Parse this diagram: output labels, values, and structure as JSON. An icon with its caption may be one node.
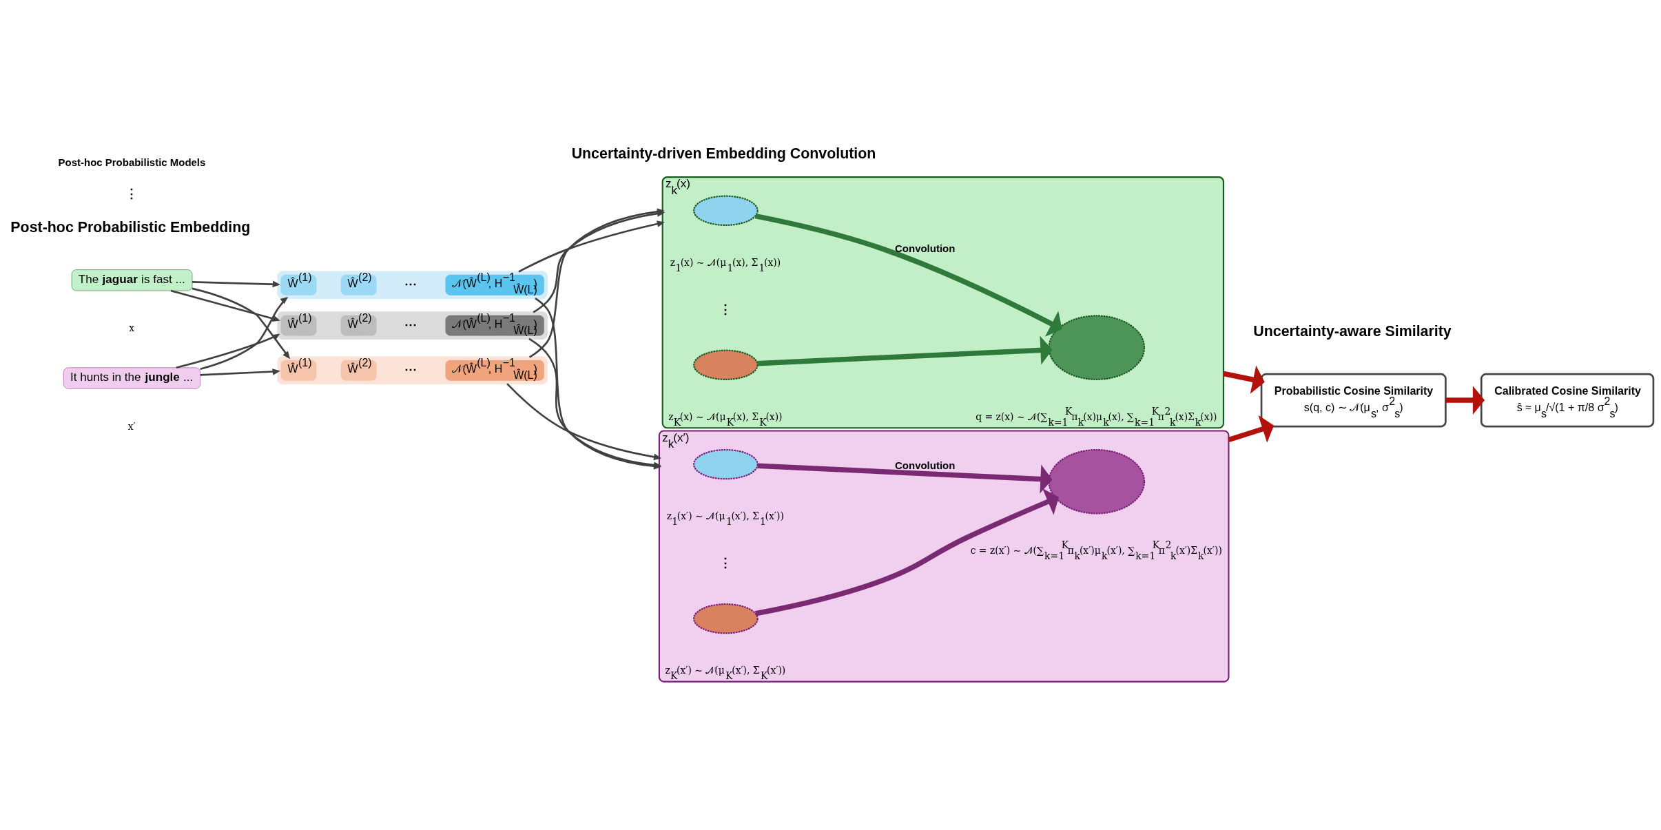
{
  "diagram": {
    "nodes": [
      {
        "text": [
          "The **jaguar** is fast ..."
        ],
        "beside": [
          "x"
        ]
      },
      {
        "text": [
          "It hunts in the **jungle** ..."
        ],
        "beside": [
          "x′"
        ]
      },
      {
        "text": [],
        "shape": "box"
      },
      {
        "text": [
          "Ŵ$^{(1)}$"
        ],
        "in": 2
      },
      {
        "text": [
          "Ŵ$^{(2)}$"
        ],
        "in": 2
      },
      {
        "text": [
          "𝒩(Ŵ$^{(L)}$, H$^{−1}$$_{Ŵ(L)}$)"
        ],
        "in": 2
      },
      {
        "text": [],
        "shape": "box"
      },
      {
        "text": [
          "Ŵ$^{(1)}$"
        ],
        "in": 6
      },
      {
        "text": [
          "Ŵ$^{(2)}$"
        ],
        "in": 6
      },
      {
        "text": [
          "𝒩(Ŵ$^{(L)}$, H$^{−1}$$_{Ŵ(L)}$)"
        ],
        "in": 6
      },
      {
        "text": [],
        "shape": "box"
      },
      {
        "text": [
          "Ŵ$^{(1)}$"
        ],
        "in": 10
      },
      {
        "text": [
          "Ŵ$^{(2)}$"
        ],
        "in": 10
      },
      {
        "text": [
          "𝒩(Ŵ$^{(L)}$, H$^{−1}$$_{Ŵ(L)}$)"
        ],
        "in": 10
      },
      {
        "text": [
          "z$_{k}$(x)"
        ]
      },
      {
        "text": [],
        "shape": "ellipse",
        "beside": [
          "z$_{1}$(x) ∼ 𝒩(μ$_{1}$(x), Σ$_{1}$(x))"
        ],
        "in": 14
      },
      {
        "text": [],
        "shape": "ellipse",
        "beside": [
          "z$_{K}$(x) ∼ 𝒩(μ$_{K}$(x), Σ$_{K}$(x))"
        ],
        "in": 14
      },
      {
        "text": [],
        "shape": "ellipse",
        "beside": [
          "q = z(x) ∼ 𝒩(∑$_{k=1}$$^{K}$π$_{k}$(x)μ$_{k}$(x), ∑$_{k=1}$$^{K}$π$^{2}$$_{k}$(x)Σ$_{k}$(x))"
        ],
        "in": 14
      },
      {
        "text": [
          "z$_{k}$(x′)"
        ]
      },
      {
        "text": [],
        "shape": "ellipse",
        "beside": [
          "z$_{1}$(x′) ∼ 𝒩(μ$_{1}$(x′), Σ$_{1}$(x′))"
        ],
        "in": 18
      },
      {
        "text": [],
        "shape": "ellipse",
        "beside": [
          "z$_{K}$(x′) ∼ 𝒩(μ$_{K}$(x′), Σ$_{K}$(x′))"
        ],
        "in": 18
      },
      {
        "text": [],
        "shape": "ellipse",
        "beside": [
          "c = z(x′) ∼ 𝒩(∑$_{k=1}$$^{K}$π$_{k}$(x′)μ$_{k}$(x′), ∑$_{k=1}$$^{K}$π$^{2}$$_{k}$(x′)Σ$_{k}$(x′))"
        ],
        "in": 18
      },
      {
        "text": [
          "Probabilistic Cosine Similarity",
          "s(q, c) ∼ 𝒩(μ$_{s}$, σ$^{2}$$_{s}$)"
        ]
      },
      {
        "text": [
          "Calibrated Cosine Similarity",
          "ŝ ≈ μ$_{s}$/√(1 + π/8 σ$^{2}$$_{s}$)"
        ]
      }
    ],
    "edges": [
      {
        "from": 0,
        "to": 2,
        "arrow": "to"
      },
      {
        "from": 0,
        "to": 6,
        "arrow": "to"
      },
      {
        "from": 0,
        "to": 10,
        "arrow": "to"
      },
      {
        "from": 1,
        "to": 2,
        "arrow": "to"
      },
      {
        "from": 1,
        "to": 6,
        "arrow": "to"
      },
      {
        "from": 1,
        "to": 10,
        "arrow": "to"
      },
      {
        "from": 2,
        "to": 14,
        "arrow": "to"
      },
      {
        "from": 6,
        "to": 14,
        "arrow": "to"
      },
      {
        "from": 10,
        "to": 14,
        "arrow": "to"
      },
      {
        "from": 2,
        "to": 18,
        "arrow": "to"
      },
      {
        "from": 6,
        "to": 18,
        "arrow": "to"
      },
      {
        "from": 10,
        "to": 18,
        "arrow": "to"
      },
      {
        "from": 15,
        "to": 17,
        "arrow": "to",
        "label": "Convolution",
        "style": "thick",
        "color": "#2f7a3a"
      },
      {
        "from": 16,
        "to": 17,
        "arrow": "to",
        "style": "thick",
        "color": "#2f7a3a"
      },
      {
        "from": 19,
        "to": 21,
        "arrow": "to",
        "label": "Convolution",
        "style": "thick",
        "color": "#7a2a72"
      },
      {
        "from": 20,
        "to": 21,
        "arrow": "to",
        "style": "thick",
        "color": "#7a2a72"
      },
      {
        "from": 14,
        "to": 22,
        "arrow": "to",
        "style": "thick",
        "color": "#b3120c"
      },
      {
        "from": 18,
        "to": 22,
        "arrow": "to",
        "style": "thick",
        "color": "#b3120c"
      },
      {
        "from": 22,
        "to": 23,
        "arrow": "to",
        "style": "thick",
        "color": "#b3120c"
      }
    ],
    "labels": [
      "Post-hoc Probabilistic Embedding",
      "Uncertainty-driven Embedding Convolution",
      "Uncertainty-aware Similarity",
      "⋯",
      "⋯",
      "⋮",
      "⋯",
      "⋮",
      "⋮",
      "Post-hoc Probabilistic Models"
    ]
  }
}
